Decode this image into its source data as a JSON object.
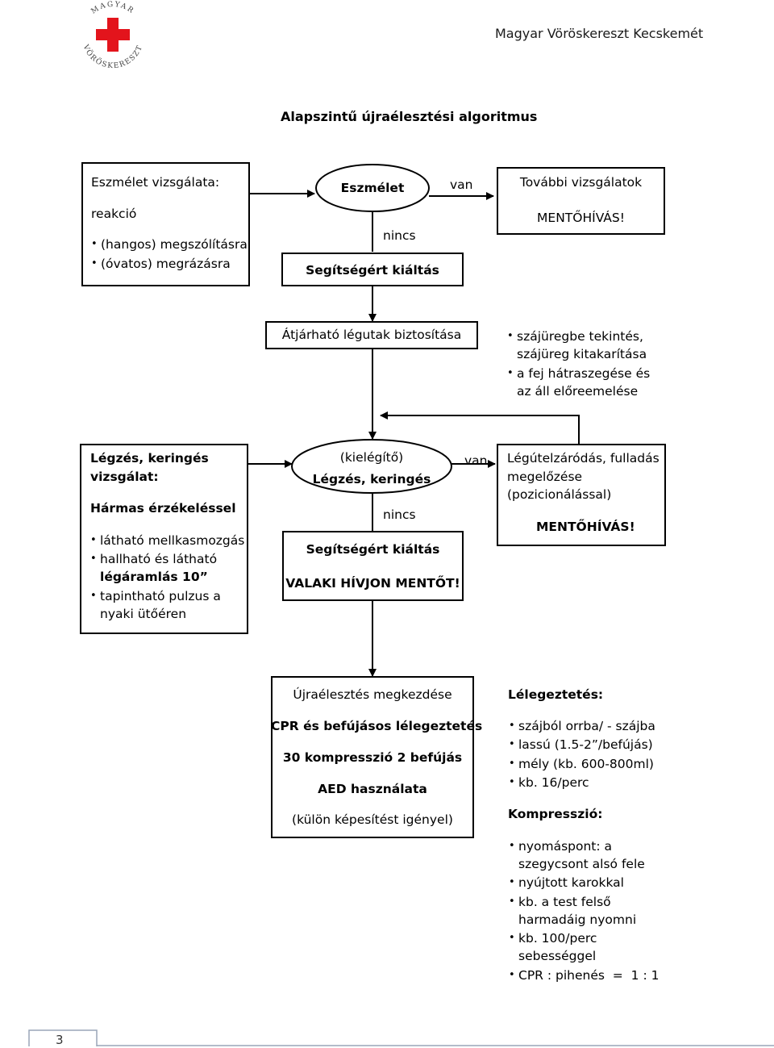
{
  "header": {
    "org_name": "Magyar Vöröskereszt Kecskemét",
    "logo_text": "MAGYAR VÖRÖSKERESZT"
  },
  "title": "Alapszintű újraélesztési algoritmus",
  "step1": {
    "left": {
      "heading": "Eszmélet vizsgálata:",
      "sub": "reakció",
      "items": [
        "(hangos) megszólításra",
        "(óvatos) megrázásra"
      ]
    },
    "center": {
      "node": "Eszmélet",
      "no_label": "nincs",
      "action": "Segítségért kiáltás"
    },
    "yes_label": "van",
    "right": {
      "line1": "További vizsgálatok",
      "line2": "MENTŐHÍVÁS!"
    }
  },
  "step2": {
    "box": "Átjárható légutak biztosítása",
    "notes": [
      {
        "l1": "szájüregbe tekintés,",
        "l2": "szájüreg kitakarítása"
      },
      {
        "l1": "a fej hátraszegése és",
        "l2": "az áll előreemelése"
      }
    ]
  },
  "step3": {
    "left": {
      "heading1": "Légzés, keringés",
      "heading2": "vizsgálat:",
      "sub": "Hármas érzékeléssel",
      "items": [
        {
          "l1": "látható mellkasmozgás"
        },
        {
          "l1": "hallható és látható",
          "l2": "légáramlás 10”"
        },
        {
          "l1": "tapintható pulzus a",
          "l2": "nyaki ütőéren"
        }
      ]
    },
    "center": {
      "line1": "(kielégítő)",
      "node": "Légzés, keringés",
      "no_label": "nincs",
      "action": "Segítségért kiáltás",
      "call": "VALAKI HÍVJON MENTŐT!"
    },
    "yes_label": "van",
    "right": {
      "l1": "Légútelzáródás, fulladás",
      "l2": "megelőzése",
      "l3": "(pozicionálással)",
      "call": "MENTŐHÍVÁS!"
    }
  },
  "step4": {
    "box": {
      "l1": "Újraélesztés megkezdése",
      "l2": "CPR és befújásos lélegeztetés",
      "l3": "30 kompresszió 2 befújás",
      "l4": "AED használata",
      "l5": "(külön képesítést igényel)"
    },
    "ventilation": {
      "heading": "Lélegeztetés:",
      "items": [
        "szájból orrba/ - szájba",
        "lassú (1.5-2”/befújás)",
        "mély (kb. 600-800ml)",
        "kb. 16/perc"
      ]
    },
    "compression": {
      "heading": "Kompresszió:",
      "items": [
        {
          "l1": "nyomáspont: a",
          "l2": "szegycsont alsó fele"
        },
        {
          "l1": "nyújtott karokkal"
        },
        {
          "l1": "kb. a test felső",
          "l2": "harmadáig nyomni"
        },
        {
          "l1": "kb. 100/perc",
          "l2": "sebességgel"
        },
        {
          "l1": "CPR : pihenés  =  1 : 1"
        }
      ]
    }
  },
  "footer": {
    "page": "3"
  }
}
